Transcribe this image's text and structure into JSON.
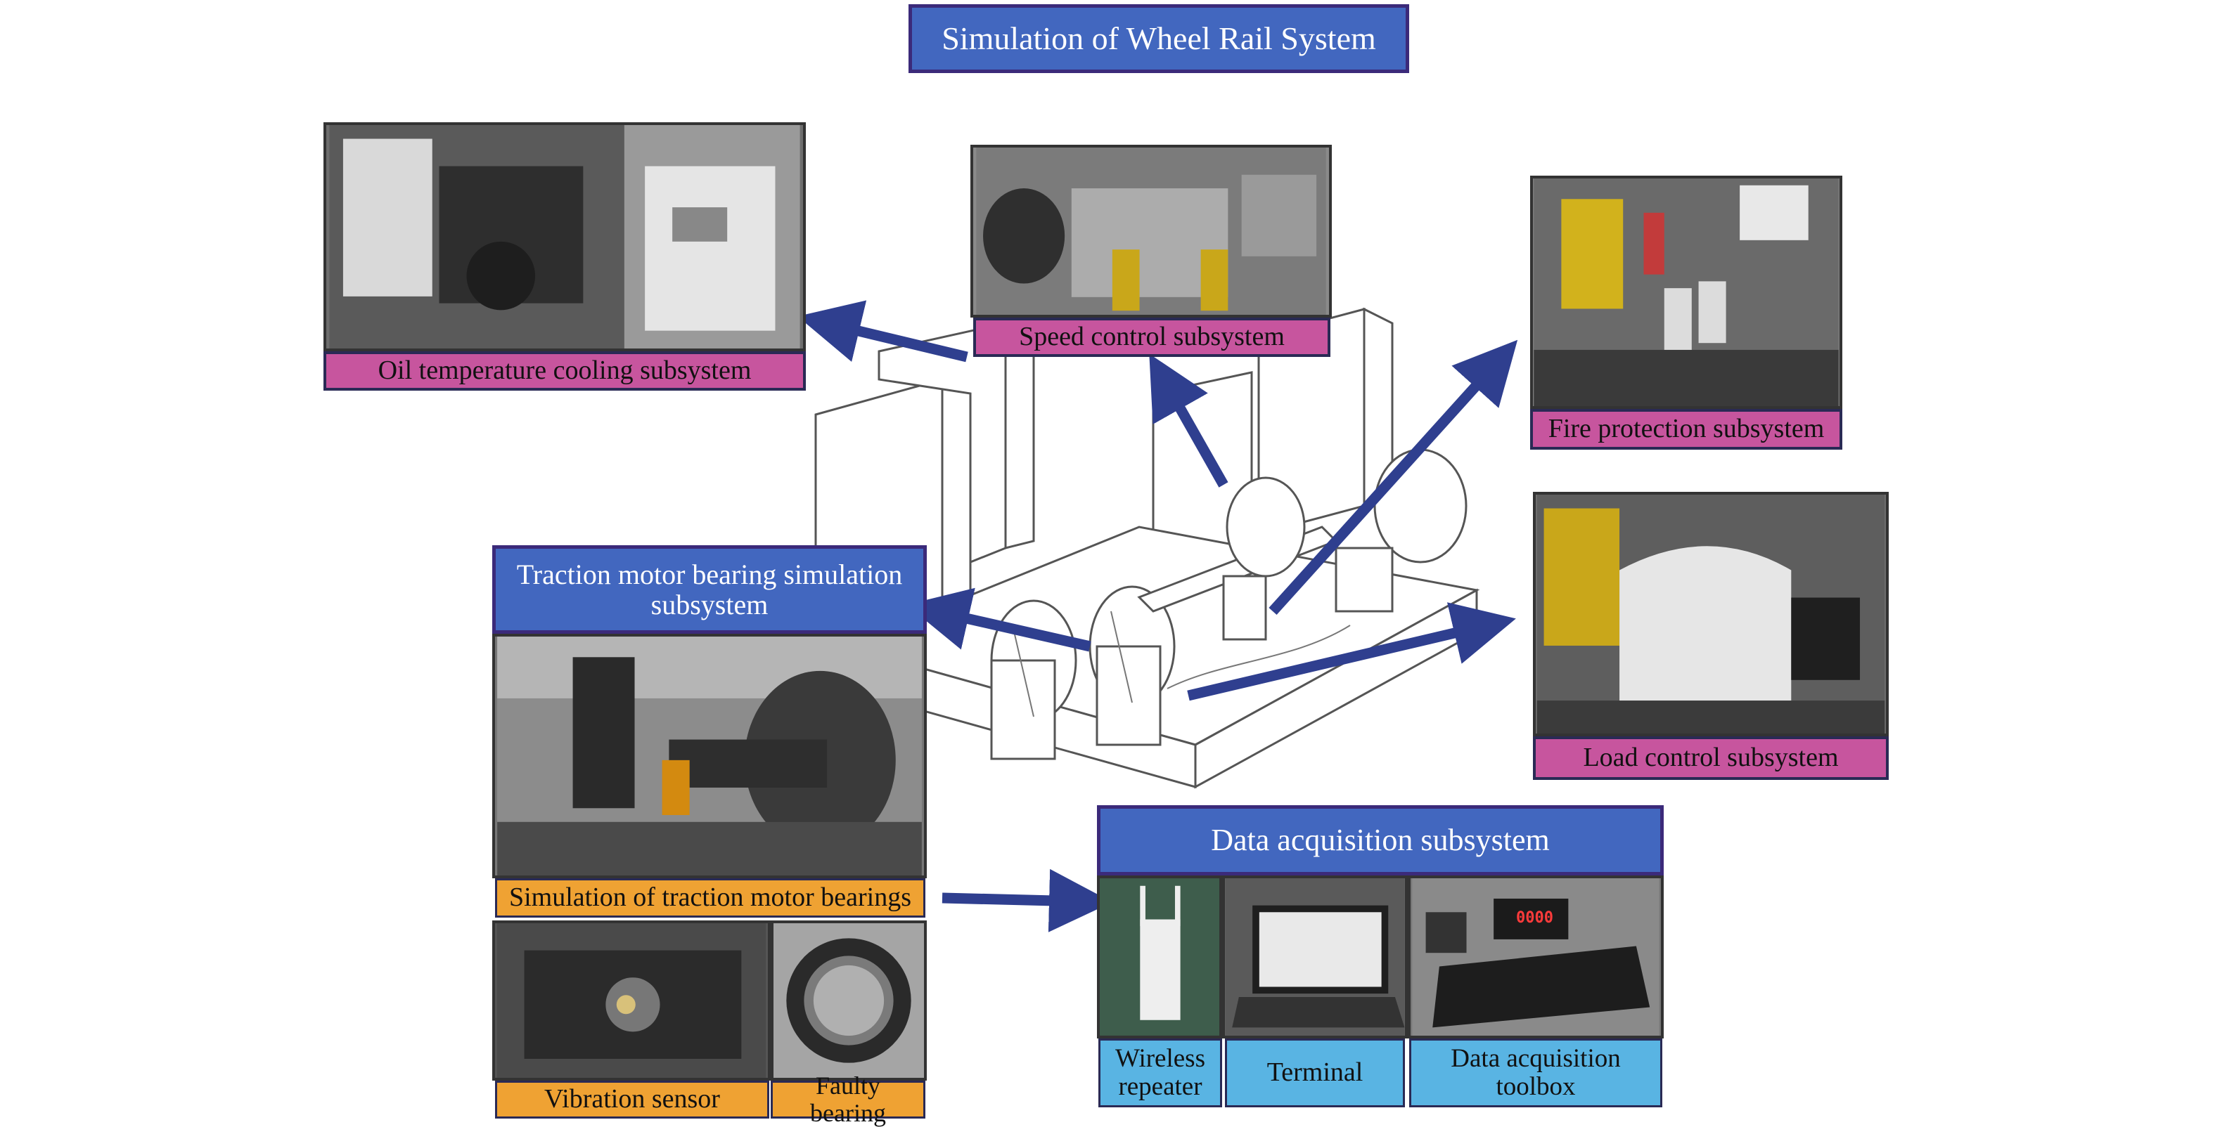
{
  "title": "Simulation of Wheel Rail System",
  "subsystems": {
    "oil": "Oil temperature cooling subsystem",
    "speed": "Speed control subsystem",
    "fire": "Fire protection subsystem",
    "load": "Load control subsystem",
    "traction_title": "Traction motor bearing simulation subsystem",
    "data_title": "Data acquisition subsystem"
  },
  "traction_items": {
    "simulation": "Simulation of traction motor bearings",
    "sensor": "Vibration sensor",
    "faulty": "Faulty bearing"
  },
  "data_items": {
    "repeater": "Wireless repeater",
    "terminal": "Terminal",
    "toolbox": "Data acquisition toolbox"
  },
  "toolbox_display": "0000",
  "colors": {
    "title_blue": "#4267bf",
    "label_pink": "#c7559e",
    "label_orange": "#efa233",
    "label_light_blue": "#59b4e3",
    "arrow": "#2f3f8f"
  },
  "icons": [
    "arrow-icon",
    "test-rig-drawing",
    "photo-placeholder"
  ]
}
